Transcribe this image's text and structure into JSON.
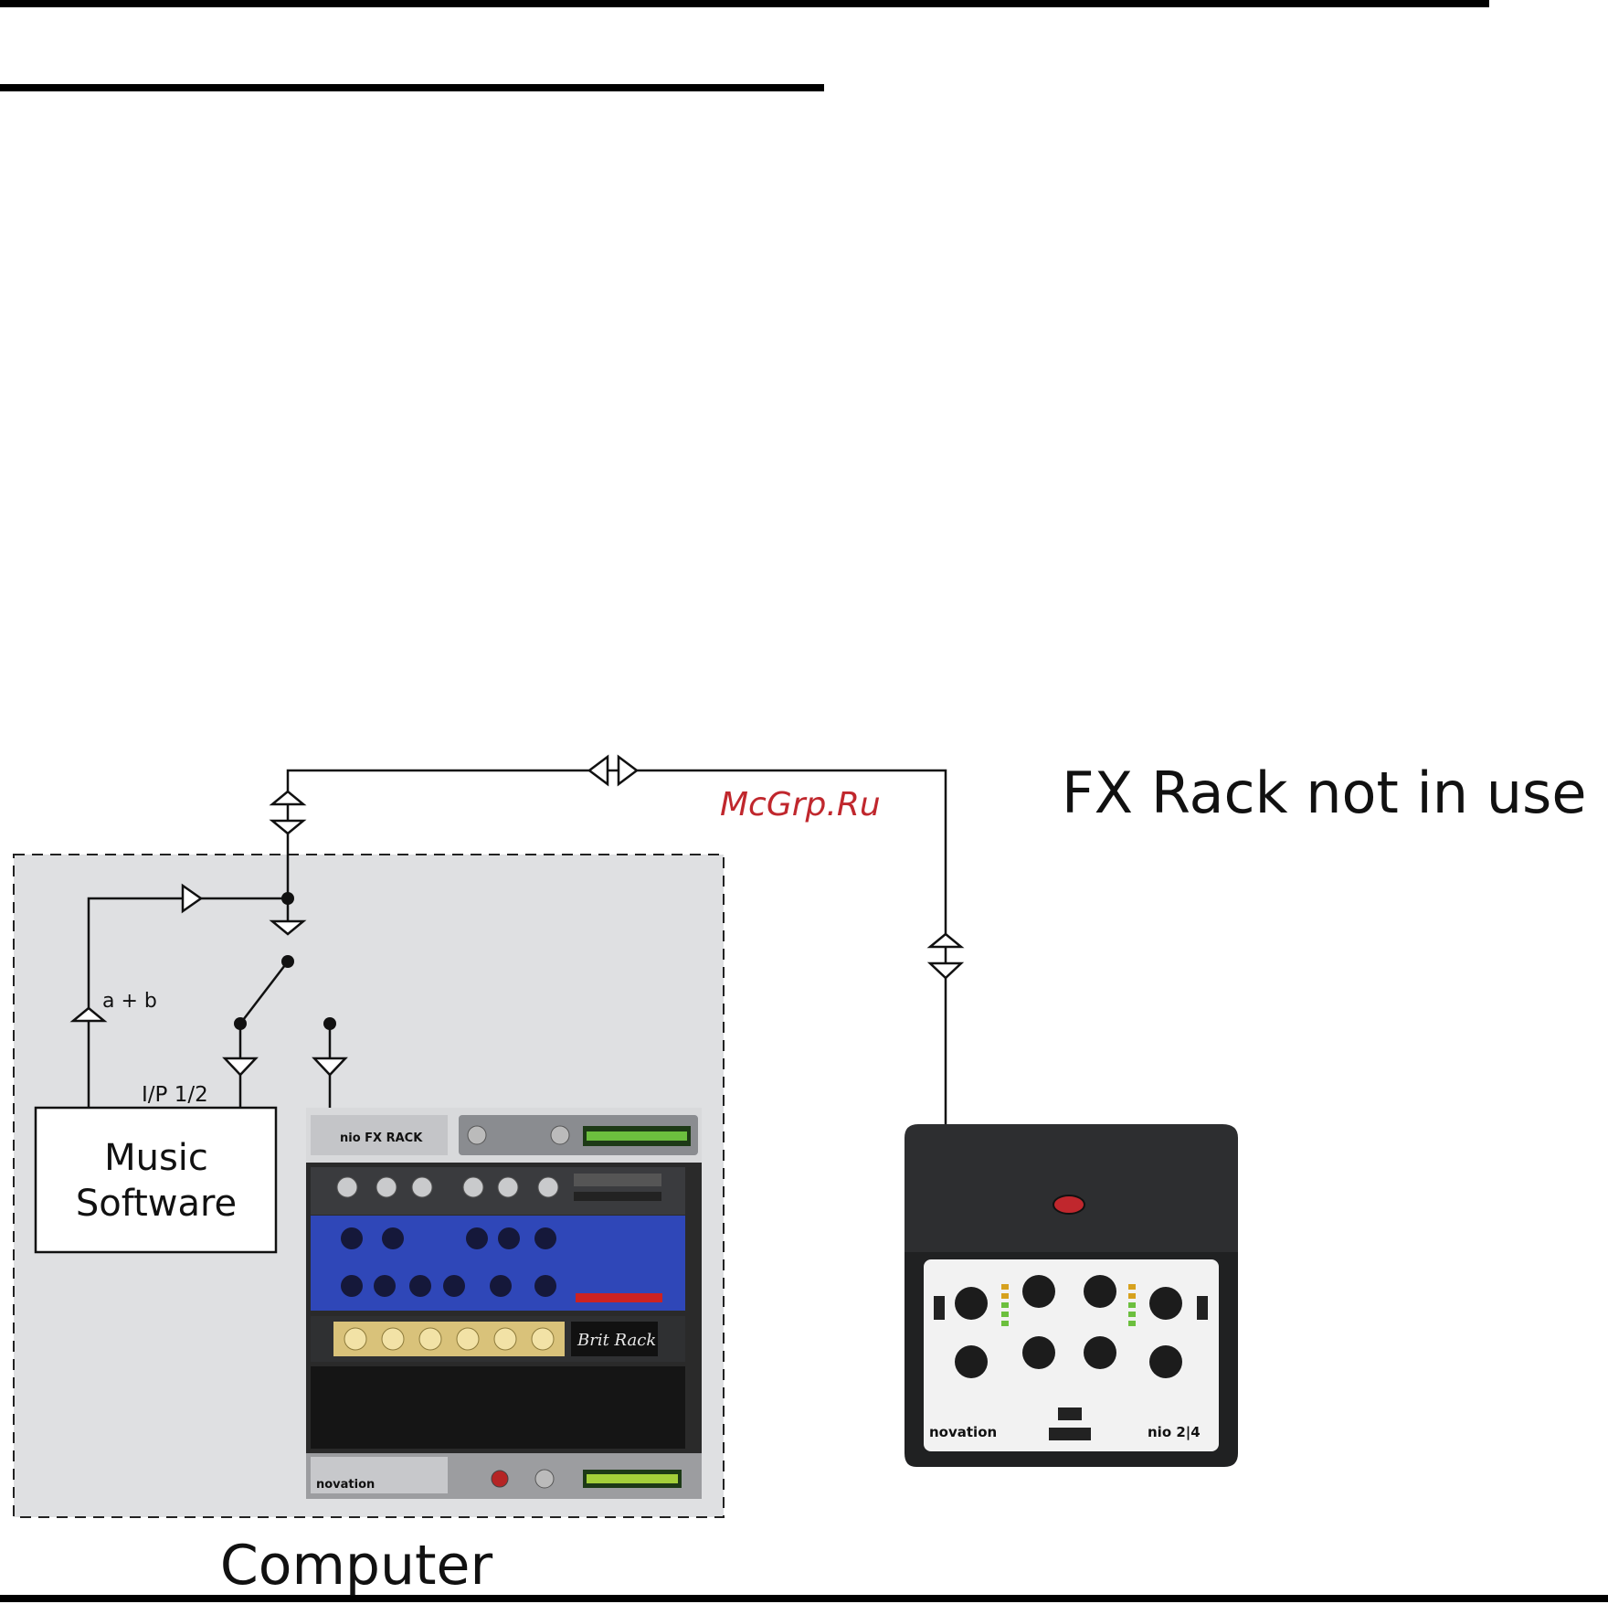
{
  "diagram": {
    "title": "FX Rack not in use",
    "computer_label": "Computer",
    "music_software_label": "Music Software",
    "music_software_line1": "Music",
    "music_software_line2": "Software",
    "input_label": "I/P 1/2",
    "mix_label": "a + b",
    "watermark": "McGrp.Ru"
  },
  "fx_rack_panel": {
    "brand": "novation",
    "product": "nio FX RACK",
    "effect_name": "Brit Rack"
  },
  "hardware_unit": {
    "brand": "novation",
    "model": "nio 2|4"
  },
  "colors": {
    "computer_fill": "#dfe0e2",
    "line": "#111111",
    "watermark": "#c0272d",
    "rack_blue": "#2f47b8",
    "rack_gold": "#d9c27a"
  }
}
